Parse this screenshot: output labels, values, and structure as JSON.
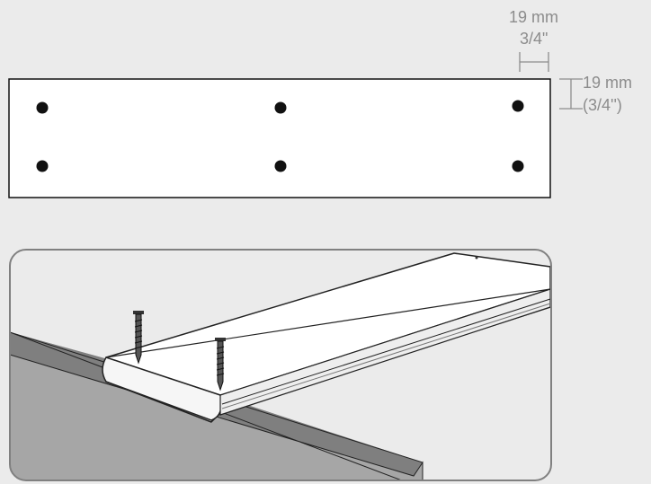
{
  "dimensions": {
    "horizontal": {
      "metric": "19 mm",
      "imperial": "3/4\""
    },
    "vertical": {
      "metric": "19 mm",
      "imperial": "(3/4'')"
    }
  },
  "colors": {
    "background": "#ebebeb",
    "board": "#ffffff",
    "outline": "#111111",
    "dimension": "#8c8c8c",
    "wall_face": "#a6a6a6",
    "wall_top": "#7f7f7f",
    "frame": "#808080"
  },
  "holes": {
    "columns": 3,
    "rows": 2,
    "count": 6
  },
  "icons": [
    "screw-icon",
    "screw-icon"
  ]
}
